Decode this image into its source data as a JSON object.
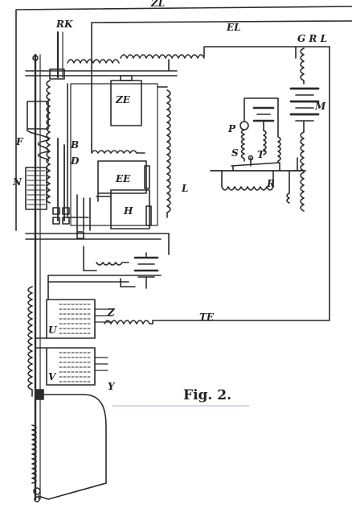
{
  "caption": "Fig. 2.",
  "colors": {
    "line": "#2a2a2a",
    "paper": "#ffffff",
    "caption_rule": "#9fb7c8",
    "watermark": "#ebeaea"
  },
  "labels": {
    "zl": "ZL",
    "rk": "RK",
    "el": "EL",
    "grl": "G R L",
    "ze": "ZE",
    "m": "M",
    "p": "P",
    "f": "F",
    "b": "B",
    "d": "D",
    "n": "N",
    "s": "S",
    "t": "T",
    "ee": "EE",
    "l": "L",
    "r": "R",
    "h": "H",
    "z": "Z",
    "u": "U",
    "te": "TE",
    "v": "V",
    "y": "Y"
  }
}
